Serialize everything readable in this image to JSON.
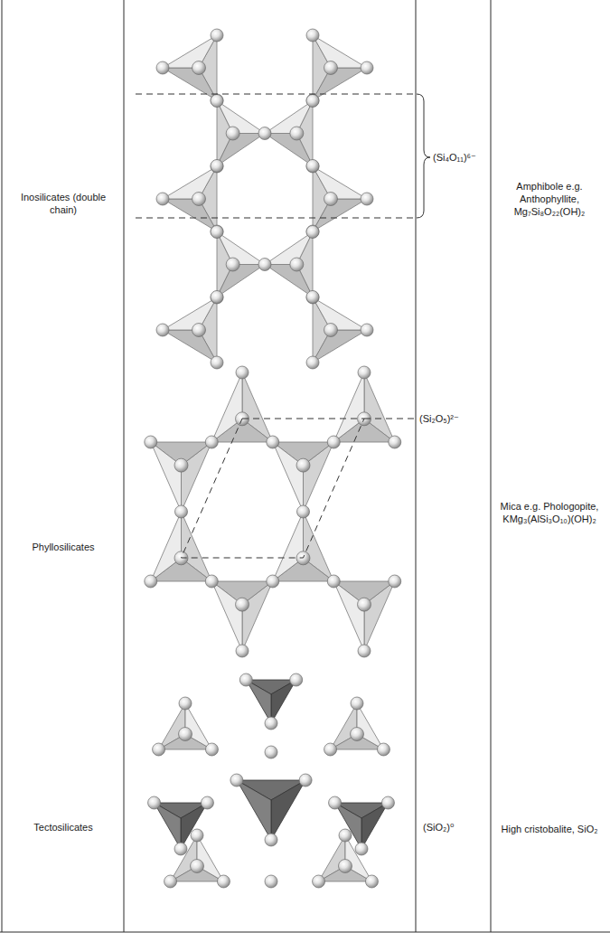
{
  "diagram": {
    "labels": [
      "Inosilicates (double chain)",
      "(Si₄O₁₁)⁶⁻",
      "Amphibole e.g. Anthophyllite, Mg₇Si₈O₂₂(OH)₂",
      "Phyllosilicates",
      "(Si₂O₅)²⁻",
      "Mica e.g. Phologopite, KMg₃(AlSi₃O₁₀)(OH)₂",
      "Tectosilicates",
      "(SiO₂)⁰",
      "High cristobalite, SiO₂"
    ]
  }
}
